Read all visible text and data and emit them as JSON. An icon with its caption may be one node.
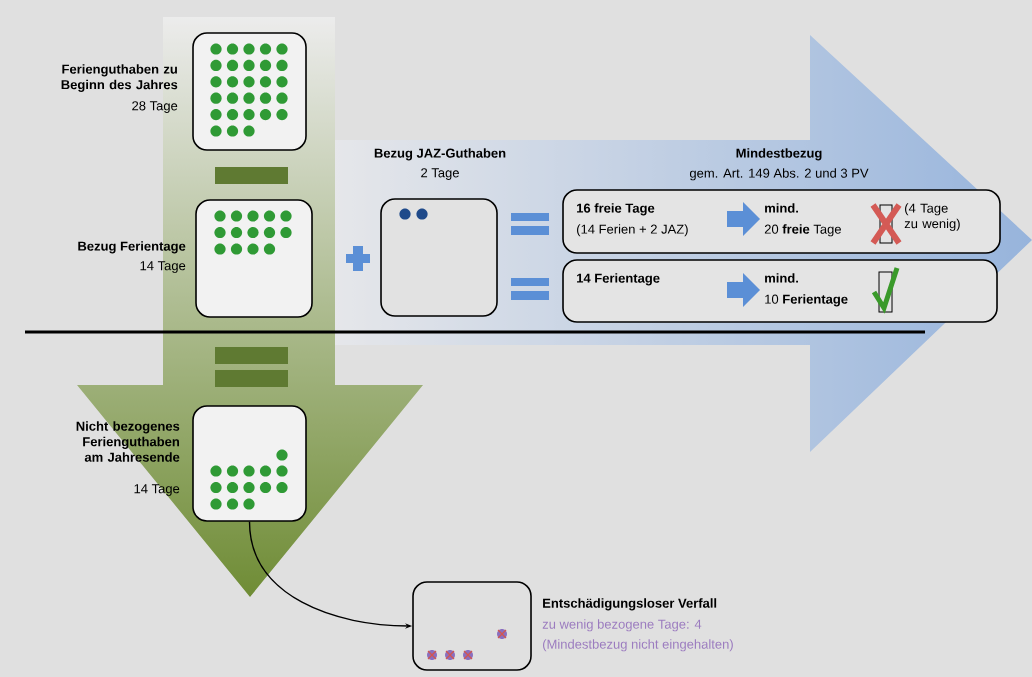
{
  "diagram": {
    "nodes": [
      {
        "text": [
          "Ferienguthaben zu Beginn des Jahres",
          "28 Tage"
        ]
      },
      {
        "text": [
          "Bezug Ferientage",
          "14 Tage"
        ]
      },
      {
        "text": [
          "Bezug JAZ-Guthaben",
          "2 Tage"
        ]
      },
      {
        "text": [
          "16 freie Tage",
          "(14 Ferien + 2 JAZ)",
          "mind.",
          "20 **freie** Tage",
          "(4 Tage zu wenig)"
        ]
      },
      {
        "text": [
          "14 Ferientage",
          "mind.",
          "10 **Ferientage**"
        ]
      },
      {
        "text": [
          "Nicht bezogenes Ferienguthaben am Jahresende",
          "14 Tage"
        ]
      },
      {
        "text": [
          "Entschädigungsloser Verfall",
          "zu wenig bezogene Tage: 4",
          "(Mindestbezug nicht eingehalten)"
        ]
      }
    ],
    "edges": [
      {
        "from": 5,
        "to": 6,
        "arrow": "to"
      }
    ],
    "labels": [
      "Mindestbezug",
      "gem. Art. 149 Abs. 2 und 3 PV"
    ]
  }
}
